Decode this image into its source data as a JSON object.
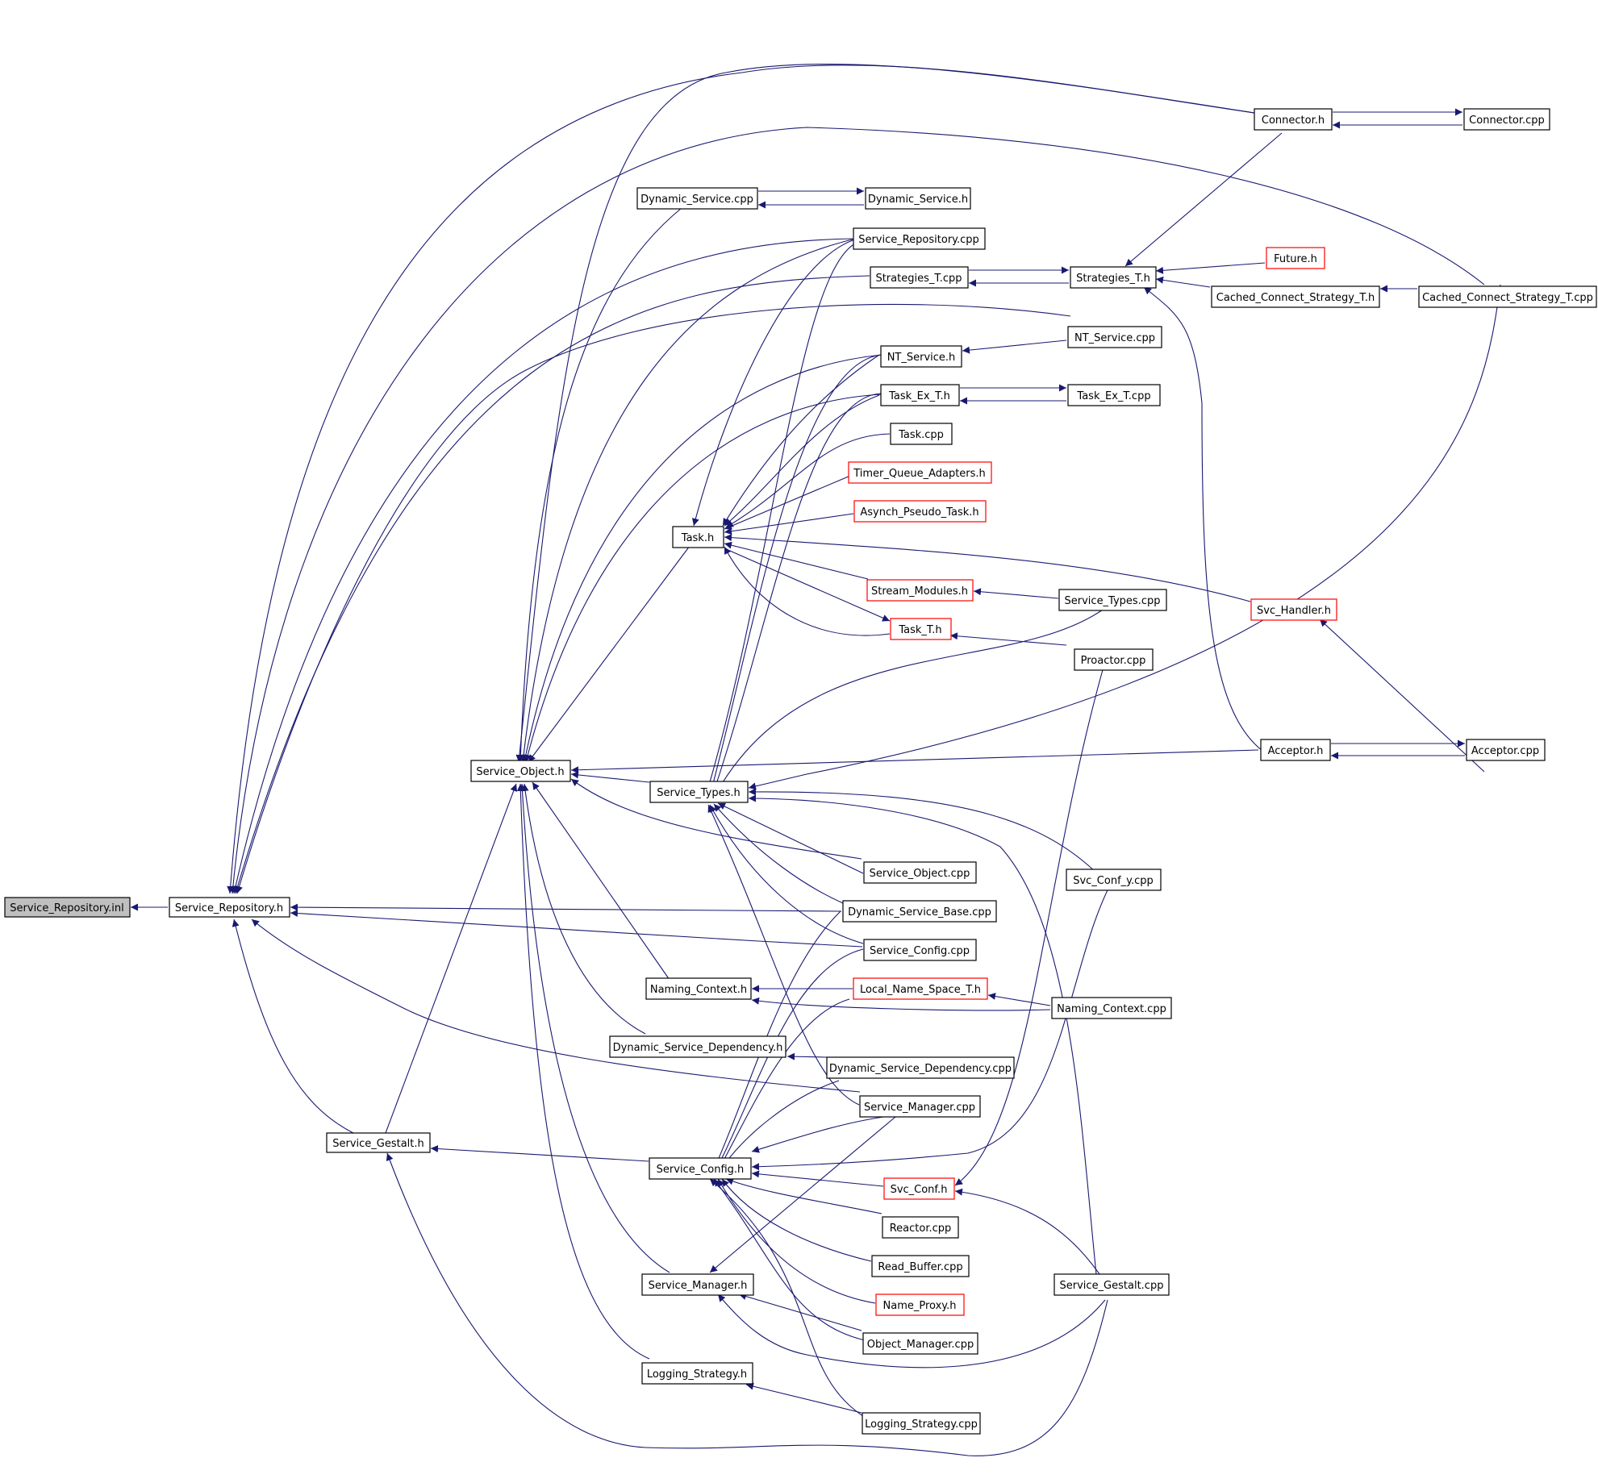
{
  "colors": {
    "edge": "#191970",
    "box": "#000000",
    "undocumented_box": "#ff0000",
    "focus_fill": "#bfbfbf"
  },
  "nodes": [
    {
      "id": "sr_inl",
      "label": "Service_Repository.inl",
      "style": "focus"
    },
    {
      "id": "sr_h",
      "label": "Service_Repository.h",
      "style": "normal"
    },
    {
      "id": "so_h",
      "label": "Service_Object.h",
      "style": "normal"
    },
    {
      "id": "sg_h",
      "label": "Service_Gestalt.h",
      "style": "normal"
    },
    {
      "id": "conn_h",
      "label": "Connector.h",
      "style": "normal"
    },
    {
      "id": "conn_cpp",
      "label": "Connector.cpp",
      "style": "normal"
    },
    {
      "id": "dyn_cpp",
      "label": "Dynamic_Service.cpp",
      "style": "normal"
    },
    {
      "id": "dyn_h",
      "label": "Dynamic_Service.h",
      "style": "normal"
    },
    {
      "id": "sr_cpp",
      "label": "Service_Repository.cpp",
      "style": "normal"
    },
    {
      "id": "strat_cpp",
      "label": "Strategies_T.cpp",
      "style": "normal"
    },
    {
      "id": "strat_h",
      "label": "Strategies_T.h",
      "style": "normal"
    },
    {
      "id": "future_h",
      "label": "Future.h",
      "style": "undocumented"
    },
    {
      "id": "ccs_h",
      "label": "Cached_Connect_Strategy_T.h",
      "style": "normal"
    },
    {
      "id": "ccs_cpp",
      "label": "Cached_Connect_Strategy_T.cpp",
      "style": "normal"
    },
    {
      "id": "nts_cpp",
      "label": "NT_Service.cpp",
      "style": "normal"
    },
    {
      "id": "nts_h",
      "label": "NT_Service.h",
      "style": "normal"
    },
    {
      "id": "taskex_h",
      "label": "Task_Ex_T.h",
      "style": "normal"
    },
    {
      "id": "taskex_cpp",
      "label": "Task_Ex_T.cpp",
      "style": "normal"
    },
    {
      "id": "task_cpp",
      "label": "Task.cpp",
      "style": "normal"
    },
    {
      "id": "tqa_h",
      "label": "Timer_Queue_Adapters.h",
      "style": "undocumented"
    },
    {
      "id": "apt_h",
      "label": "Asynch_Pseudo_Task.h",
      "style": "undocumented"
    },
    {
      "id": "task_h",
      "label": "Task.h",
      "style": "normal"
    },
    {
      "id": "stream_h",
      "label": "Stream_Modules.h",
      "style": "undocumented"
    },
    {
      "id": "svct_cpp",
      "label": "Service_Types.cpp",
      "style": "normal"
    },
    {
      "id": "svch_h",
      "label": "Svc_Handler.h",
      "style": "undocumented"
    },
    {
      "id": "taskt_h",
      "label": "Task_T.h",
      "style": "undocumented"
    },
    {
      "id": "proactor_cpp",
      "label": "Proactor.cpp",
      "style": "normal"
    },
    {
      "id": "acc_h",
      "label": "Acceptor.h",
      "style": "normal"
    },
    {
      "id": "acc_cpp",
      "label": "Acceptor.cpp",
      "style": "normal"
    },
    {
      "id": "st_h",
      "label": "Service_Types.h",
      "style": "normal"
    },
    {
      "id": "so_cpp",
      "label": "Service_Object.cpp",
      "style": "normal"
    },
    {
      "id": "svcconfy_cpp",
      "label": "Svc_Conf_y.cpp",
      "style": "normal"
    },
    {
      "id": "dsb_cpp",
      "label": "Dynamic_Service_Base.cpp",
      "style": "normal"
    },
    {
      "id": "sc_cpp",
      "label": "Service_Config.cpp",
      "style": "normal"
    },
    {
      "id": "nc_h",
      "label": "Naming_Context.h",
      "style": "normal"
    },
    {
      "id": "lns_h",
      "label": "Local_Name_Space_T.h",
      "style": "undocumented"
    },
    {
      "id": "nc_cpp",
      "label": "Naming_Context.cpp",
      "style": "normal"
    },
    {
      "id": "dsd_h",
      "label": "Dynamic_Service_Dependency.h",
      "style": "normal"
    },
    {
      "id": "dsd_cpp",
      "label": "Dynamic_Service_Dependency.cpp",
      "style": "normal"
    },
    {
      "id": "sm_cpp",
      "label": "Service_Manager.cpp",
      "style": "normal"
    },
    {
      "id": "sc_h",
      "label": "Service_Config.h",
      "style": "normal"
    },
    {
      "id": "svcconf_h",
      "label": "Svc_Conf.h",
      "style": "undocumented"
    },
    {
      "id": "reactor_cpp",
      "label": "Reactor.cpp",
      "style": "normal"
    },
    {
      "id": "rb_cpp",
      "label": "Read_Buffer.cpp",
      "style": "normal"
    },
    {
      "id": "sm_h",
      "label": "Service_Manager.h",
      "style": "normal"
    },
    {
      "id": "np_h",
      "label": "Name_Proxy.h",
      "style": "undocumented"
    },
    {
      "id": "sg_cpp",
      "label": "Service_Gestalt.cpp",
      "style": "normal"
    },
    {
      "id": "om_cpp",
      "label": "Object_Manager.cpp",
      "style": "normal"
    },
    {
      "id": "ls_h",
      "label": "Logging_Strategy.h",
      "style": "normal"
    },
    {
      "id": "ls_cpp",
      "label": "Logging_Strategy.cpp",
      "style": "normal"
    }
  ]
}
